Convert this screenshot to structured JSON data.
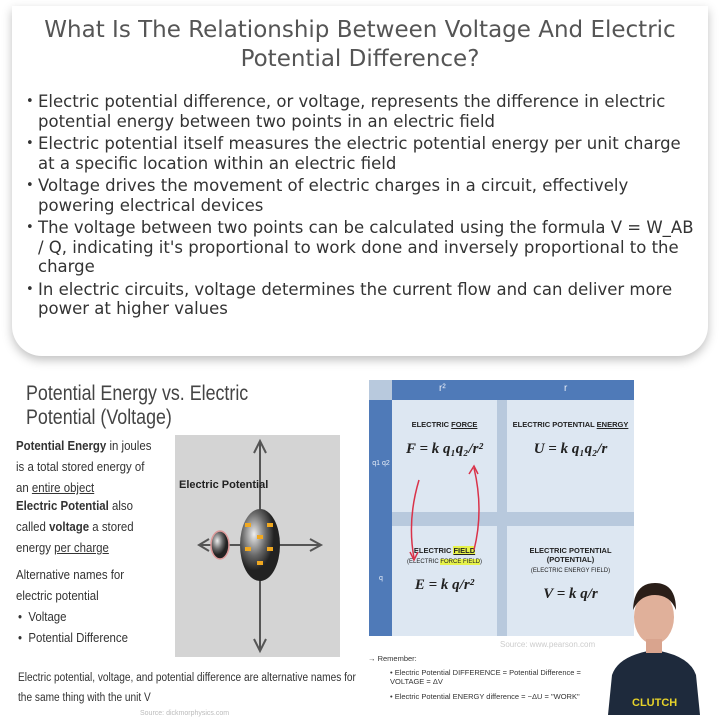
{
  "title": "What Is The Relationship Between Voltage And Electric Potential Difference?",
  "bullets": [
    "Electric potential difference, or voltage, represents the difference in electric potential energy between two points in an electric field",
    "Electric potential itself measures the electric potential energy per unit charge at a specific location within an electric field",
    "Voltage drives the movement of electric charges in a circuit, effectively powering electrical devices",
    "The voltage between two points can be calculated using the formula V = W_AB / Q, indicating it's proportional to work done and inversely proportional to the charge",
    "In electric circuits, voltage determines the current flow and can deliver more power at higher values"
  ],
  "slide1": {
    "title": "Potential Energy vs. Electric Potential (Voltage)",
    "pe_bold": "Potential Energy",
    "pe_rest": " in joules is a total stored energy of an ",
    "pe_u": "entire object",
    "ep_bold": "Electric Potential",
    "ep_mid": " also called ",
    "ep_bold2": "voltage",
    "ep_rest": " a stored energy ",
    "ep_u": "per charge",
    "alt_heading": "Alternative names for electric potential",
    "alt_items": [
      "Voltage",
      "Potential Difference"
    ],
    "diagram_label": "Electric Potential",
    "footer": "Electric potential, voltage, and potential difference are alternative names for the same thing with the unit V",
    "source": "Source: dickmorphysics.com"
  },
  "slide2": {
    "col_headers": [
      "r²",
      "r"
    ],
    "row_headers": [
      "q1 q2",
      "q"
    ],
    "force_label": "ELECTRIC ",
    "force_u": "FORCE",
    "force_eq": "F = k q₁q₂/r²",
    "pe_label": "ELECTRIC POTENTIAL ",
    "pe_u": "ENERGY",
    "pe_eq": "U = k q₁q₂/r",
    "field_label": "ELECTRIC ",
    "field_hl": "FIELD",
    "field_sub": "(ELECTRIC ",
    "field_sub_hl": "FORCE FIELD",
    "field_sub_end": ")",
    "field_eq": "E = k q/r²",
    "pot_label": "ELECTRIC POTENTIAL (POTENTIAL)",
    "pot_sub": "(ELECTRIC ENERGY FIELD)",
    "pot_eq": "V = k q/r",
    "remember": "→ Remember:",
    "rem1": "• Electric Potential DIFFERENCE = Potential Difference = VOLTAGE = ΔV",
    "rem2": "• Electric Potential ENERGY difference = −ΔU = \"WORK\"",
    "source": "Source: www.pearson.com",
    "shirt": "CLUTCH"
  },
  "colors": {
    "header_blue": "#4f7ab8",
    "cell_blue": "#dde7f2",
    "highlight": "#e6f24a",
    "arrow_red": "#d9334a"
  }
}
